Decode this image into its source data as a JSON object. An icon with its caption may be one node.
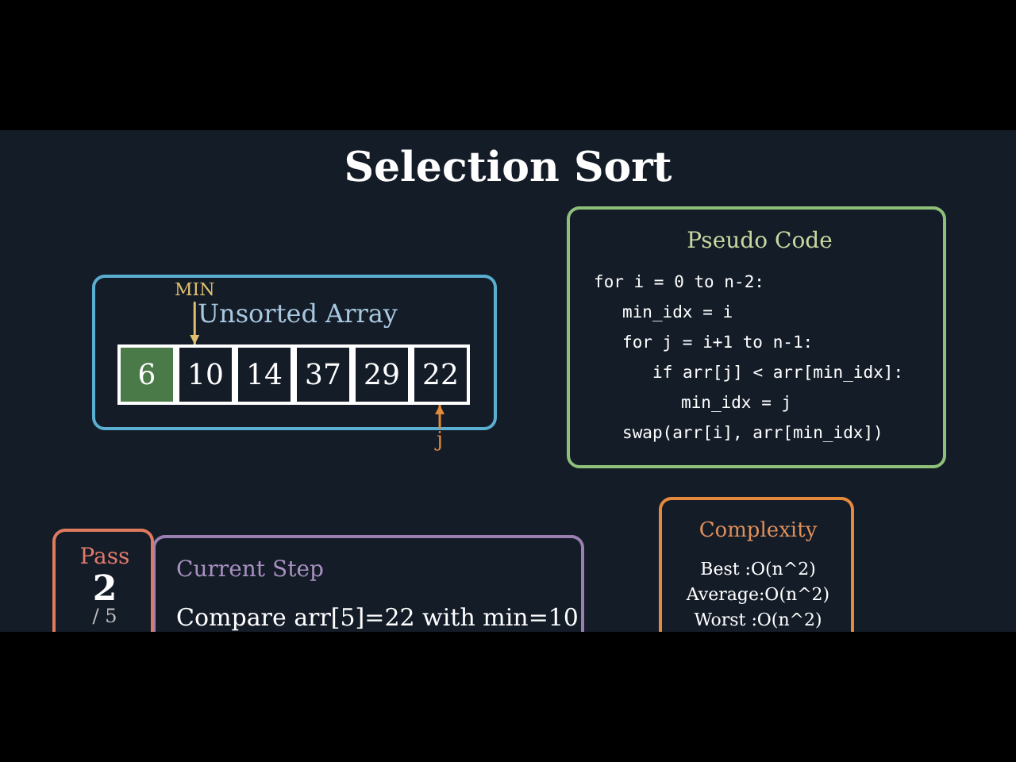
{
  "diagram": {
    "title": "Selection Sort",
    "nodes": [
      {
        "text": [
          "Unsorted Array"
        ]
      },
      {
        "text": [
          "6"
        ],
        "in": 0
      },
      {
        "text": [
          "10"
        ],
        "in": 0
      },
      {
        "text": [
          "14"
        ],
        "in": 0
      },
      {
        "text": [
          "37"
        ],
        "in": 0
      },
      {
        "text": [
          "29"
        ],
        "in": 0
      },
      {
        "text": [
          "22"
        ],
        "in": 0
      },
      {
        "text": [
          "Pseudo Code",
          "for i = 0 to n-2:",
          "min_idx = i",
          "for j = i+1 to n-1:",
          "if arr[j] < arr[min_idx]:",
          "min_idx = j",
          "swap(arr[i], arr[min_idx])"
        ]
      },
      {
        "text": [
          "Pass",
          "2",
          "/ 5"
        ]
      },
      {
        "text": [
          "Current Step",
          "Compare arr[5]=22 with min=10"
        ]
      },
      {
        "text": [
          "Complexity",
          "Best :O(n^2)",
          "Average:O(n^2)",
          "Worst :O(n^2)"
        ]
      },
      {
        "text": [
          "MIN"
        ],
        "in": 0
      },
      {
        "text": [
          "j"
        ]
      }
    ],
    "edges": [
      {
        "from": 11,
        "to": 2,
        "arrow": "to",
        "color": "#e0c070"
      },
      {
        "from": 12,
        "to": 6,
        "arrow": "to",
        "color": "#e08a3c"
      }
    ]
  }
}
